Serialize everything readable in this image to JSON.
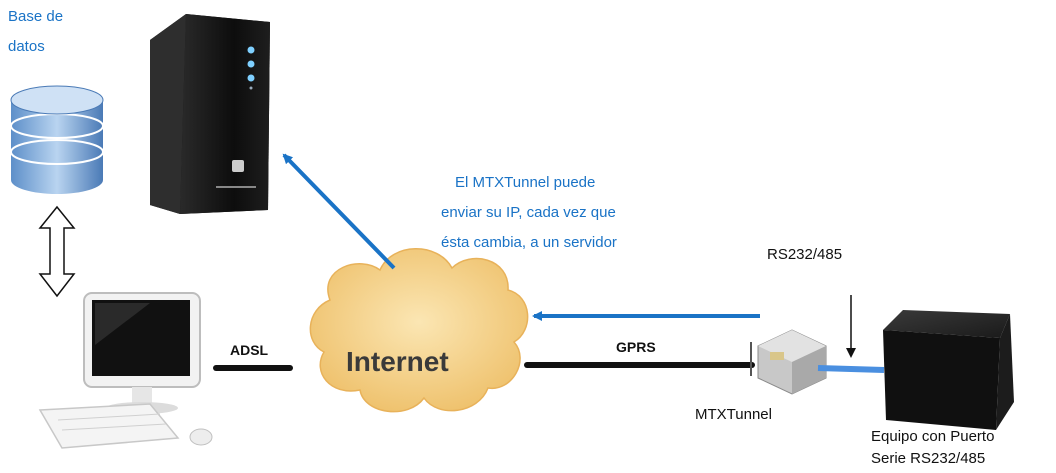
{
  "labels": {
    "database_line1": "Base de",
    "database_line2": "datos",
    "note_line1": "El MTXTunnel puede",
    "note_line2": "enviar su IP, cada vez que",
    "note_line3": "ésta cambia, a un servidor",
    "rs232": "RS232/485",
    "adsl": "ADSL",
    "internet": "Internet",
    "gprs": "GPRS",
    "mtxtunnel": "MTXTunnel",
    "equipment_line1": "Equipo con Puerto",
    "equipment_line2": "Serie RS232/485"
  },
  "colors": {
    "accent_blue": "#1a73c6",
    "cloud_fill": "#f6d38a",
    "link_black": "#111111"
  }
}
